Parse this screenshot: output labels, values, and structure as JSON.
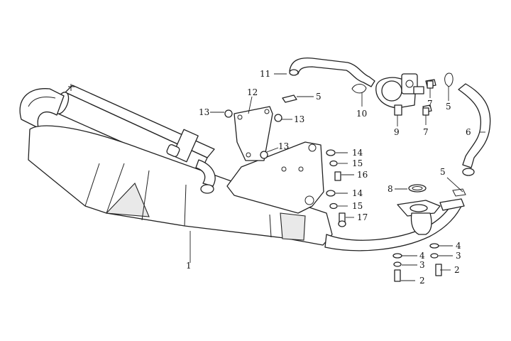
{
  "callouts": {
    "c1": "1",
    "c2a": "2",
    "c2b": "2",
    "c3a": "3",
    "c3b": "3",
    "c4a": "4",
    "c4b": "4",
    "c5a": "5",
    "c5b": "5",
    "c5c": "5",
    "c6": "6",
    "c7a": "7",
    "c7b": "7",
    "c8": "8",
    "c9": "9",
    "c10": "10",
    "c11": "11",
    "c12": "12",
    "c13a": "13",
    "c13b": "13",
    "c13c": "13",
    "c14a": "14",
    "c14b": "14",
    "c15a": "15",
    "c15b": "15",
    "c16": "16",
    "c17": "17"
  }
}
